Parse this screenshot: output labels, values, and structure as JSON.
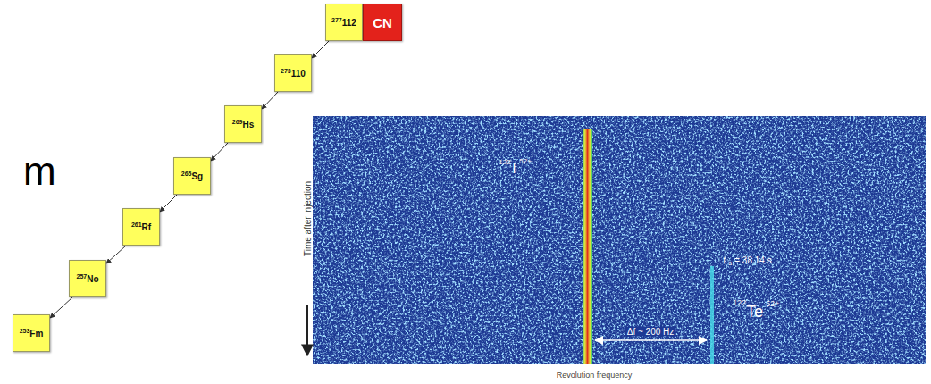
{
  "diagram": {
    "nodes": [
      {
        "text": [
          "277",
          "112"
        ]
      },
      {
        "text": [
          "CN"
        ]
      },
      {
        "text": [
          "273",
          "110"
        ]
      },
      {
        "text": [
          "269",
          "Hs"
        ]
      },
      {
        "text": [
          "265",
          "Sg"
        ]
      },
      {
        "text": [
          "261",
          "Rf"
        ]
      },
      {
        "text": [
          "257",
          "No"
        ]
      },
      {
        "text": [
          "253",
          "Fm"
        ]
      }
    ],
    "edges": [
      {
        "from": 0,
        "to": 2,
        "arrow": "to"
      },
      {
        "from": 2,
        "to": 3,
        "arrow": "to"
      },
      {
        "from": 3,
        "to": 4,
        "arrow": "to"
      },
      {
        "from": 4,
        "to": 5,
        "arrow": "to"
      },
      {
        "from": 5,
        "to": 6,
        "arrow": "to"
      },
      {
        "from": 6,
        "to": 7,
        "arrow": "to"
      }
    ],
    "labels": [
      "m",
      "122",
      "I",
      "52+",
      "t",
      "a",
      "= 38.14 s",
      "122",
      "Te",
      "52+",
      "Δf ~ 200 Hz",
      "Time after injection",
      "Revolution frequency"
    ]
  }
}
